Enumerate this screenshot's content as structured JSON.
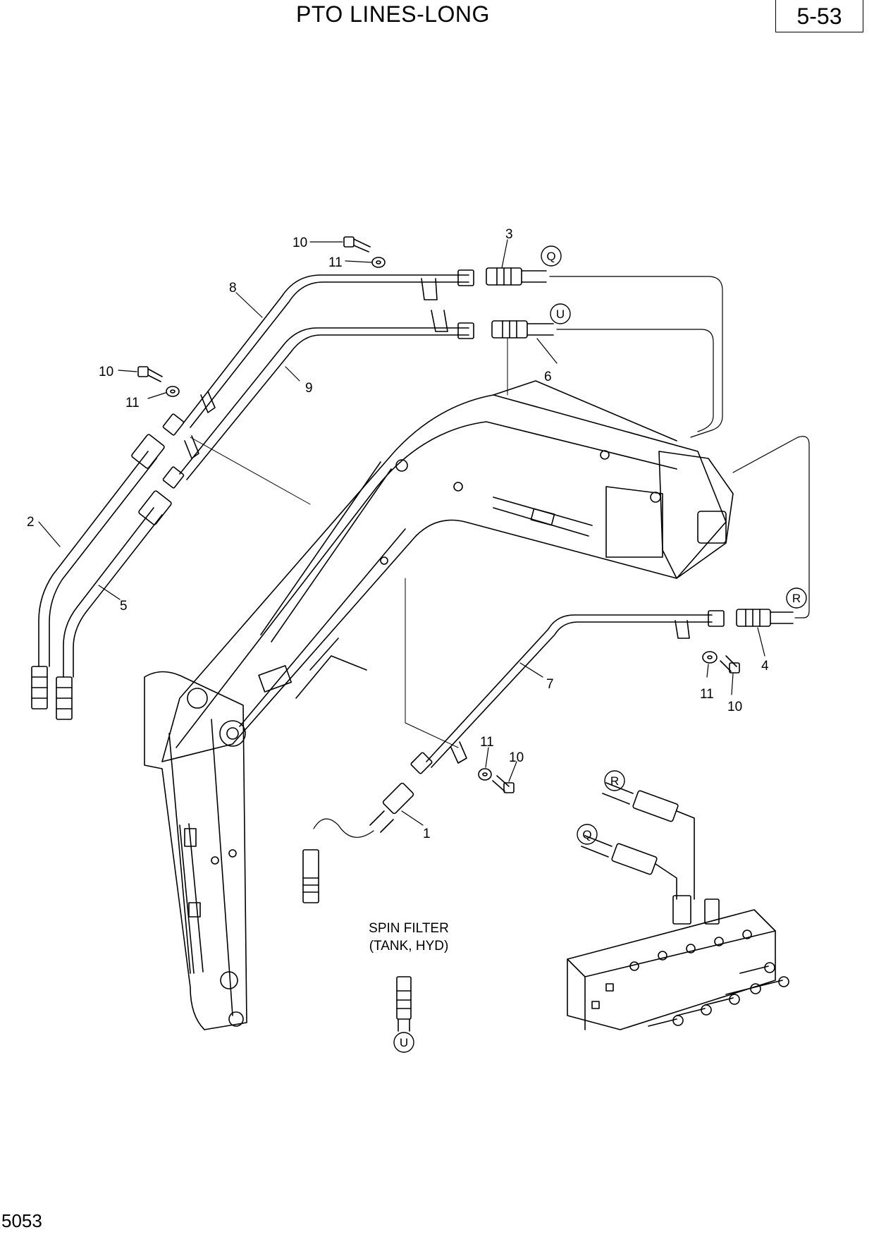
{
  "header": {
    "title": "PTO LINES-LONG",
    "page_number": "5-53"
  },
  "footer": {
    "code": "5053"
  },
  "callouts": {
    "c1": "1",
    "c2": "2",
    "c3": "3",
    "c4": "4",
    "c5": "5",
    "c6": "6",
    "c7": "7",
    "c8": "8",
    "c9": "9",
    "c10": "10",
    "c11": "11"
  },
  "connectors": {
    "Q": "Q",
    "U": "U",
    "R": "R"
  },
  "notes": {
    "spin_filter_line1": "SPIN FILTER",
    "spin_filter_line2": "(TANK, HYD)"
  }
}
